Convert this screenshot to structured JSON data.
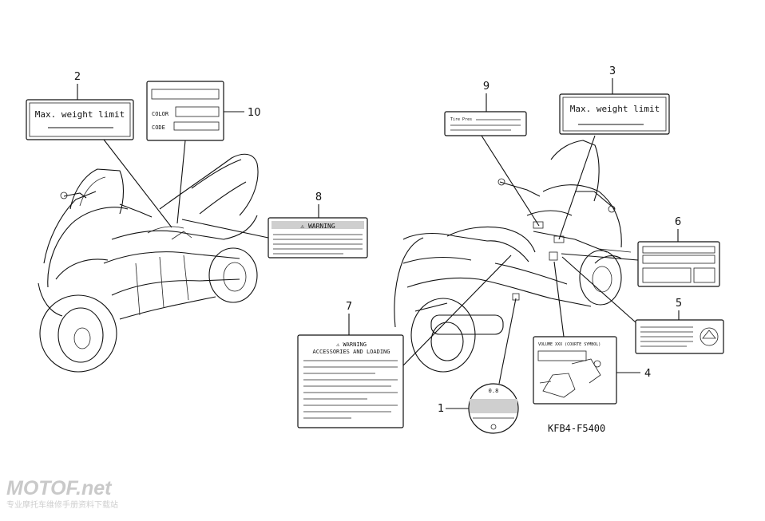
{
  "callouts": {
    "n1": "1",
    "n2": "2",
    "n3": "3",
    "n4": "4",
    "n5": "5",
    "n6": "6",
    "n7": "7",
    "n8": "8",
    "n9": "9",
    "n10": "10"
  },
  "labels": {
    "max_weight_left": "Max. weight limit",
    "max_weight_right": "Max. weight limit",
    "color": "COLOR",
    "code": "CODE",
    "warning_8": "⚠ WARNING",
    "warning_7": "⚠ WARNING",
    "accessories_7": "ACCESSORIES AND LOADING",
    "label_9": "Tire Pres",
    "label_4": "VOLUME  XXX  (COURTE SYMBOL)",
    "label_1": "0.8"
  },
  "diagram_code": "KFB4-F5400",
  "watermark": {
    "brand": "MOTOF.net",
    "subtitle": "专业摩托车维修手册资料下载站"
  }
}
